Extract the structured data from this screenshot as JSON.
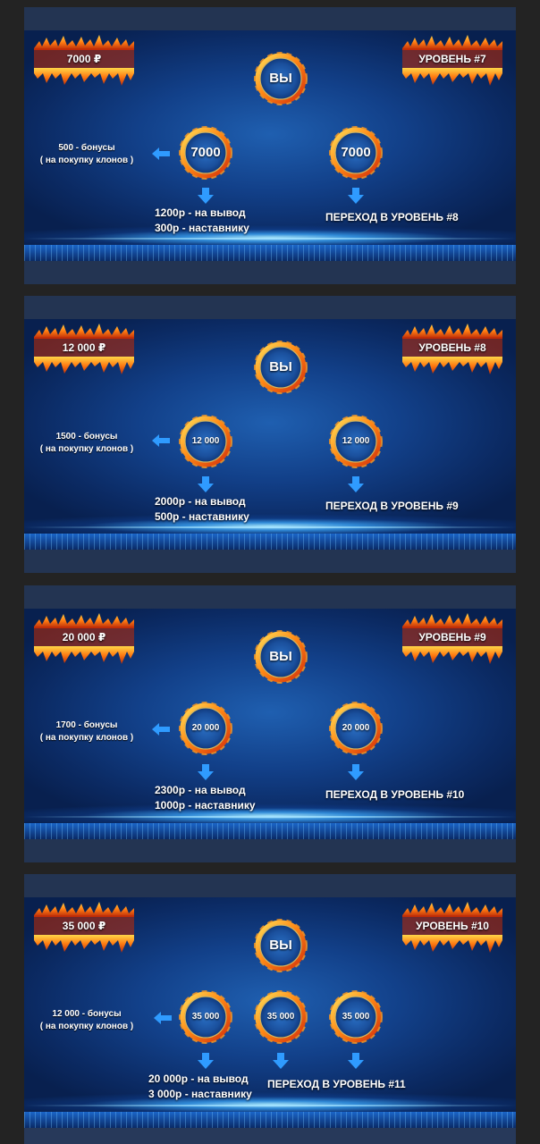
{
  "slides": [
    {
      "sum": "7000 ₽",
      "level": "УРОВЕНЬ #7",
      "you": "ВЫ",
      "ring_value": "7000",
      "bonus_line1": "500 - бонусы",
      "bonus_line2": "( на покупку клонов )",
      "payout_line1": "1200р - на вывод",
      "payout_line2": "300р - наставнику",
      "next_level": "ПЕРЕХОД В УРОВЕНЬ #8"
    },
    {
      "sum": "12 000 ₽",
      "level": "УРОВЕНЬ #8",
      "you": "ВЫ",
      "ring_value": "12 000",
      "bonus_line1": "1500 - бонусы",
      "bonus_line2": "( на покупку клонов )",
      "payout_line1": "2000р - на вывод",
      "payout_line2": "500р - наставнику",
      "next_level": "ПЕРЕХОД В УРОВЕНЬ #9"
    },
    {
      "sum": "20 000 ₽",
      "level": "УРОВЕНЬ #9",
      "you": "ВЫ",
      "ring_value": "20 000",
      "bonus_line1": "1700 - бонусы",
      "bonus_line2": "( на покупку клонов )",
      "payout_line1": "2300р - на вывод",
      "payout_line2": "1000р - наставнику",
      "next_level": "ПЕРЕХОД В УРОВЕНЬ #10"
    },
    {
      "sum": "35 000 ₽",
      "level": "УРОВЕНЬ #10",
      "you": "ВЫ",
      "ring_value": "35 000",
      "bonus_line1": "12 000 - бонусы",
      "bonus_line2": "( на покупку клонов )",
      "payout_line1": "20 000р - на вывод",
      "payout_line2": "3 000р - наставнику",
      "next_level": "ПЕРЕХОД В УРОВЕНЬ #11"
    }
  ],
  "colors": {
    "page_bg": "#232323",
    "slide_bg": "#124089",
    "flame": "#ff7a10",
    "arrow": "#2f9bff"
  },
  "icons": {
    "ring": "fire-ring-icon",
    "arrow_down": "arrow-down-icon",
    "arrow_left": "arrow-left-icon",
    "flames": "flame-banner-icon"
  }
}
